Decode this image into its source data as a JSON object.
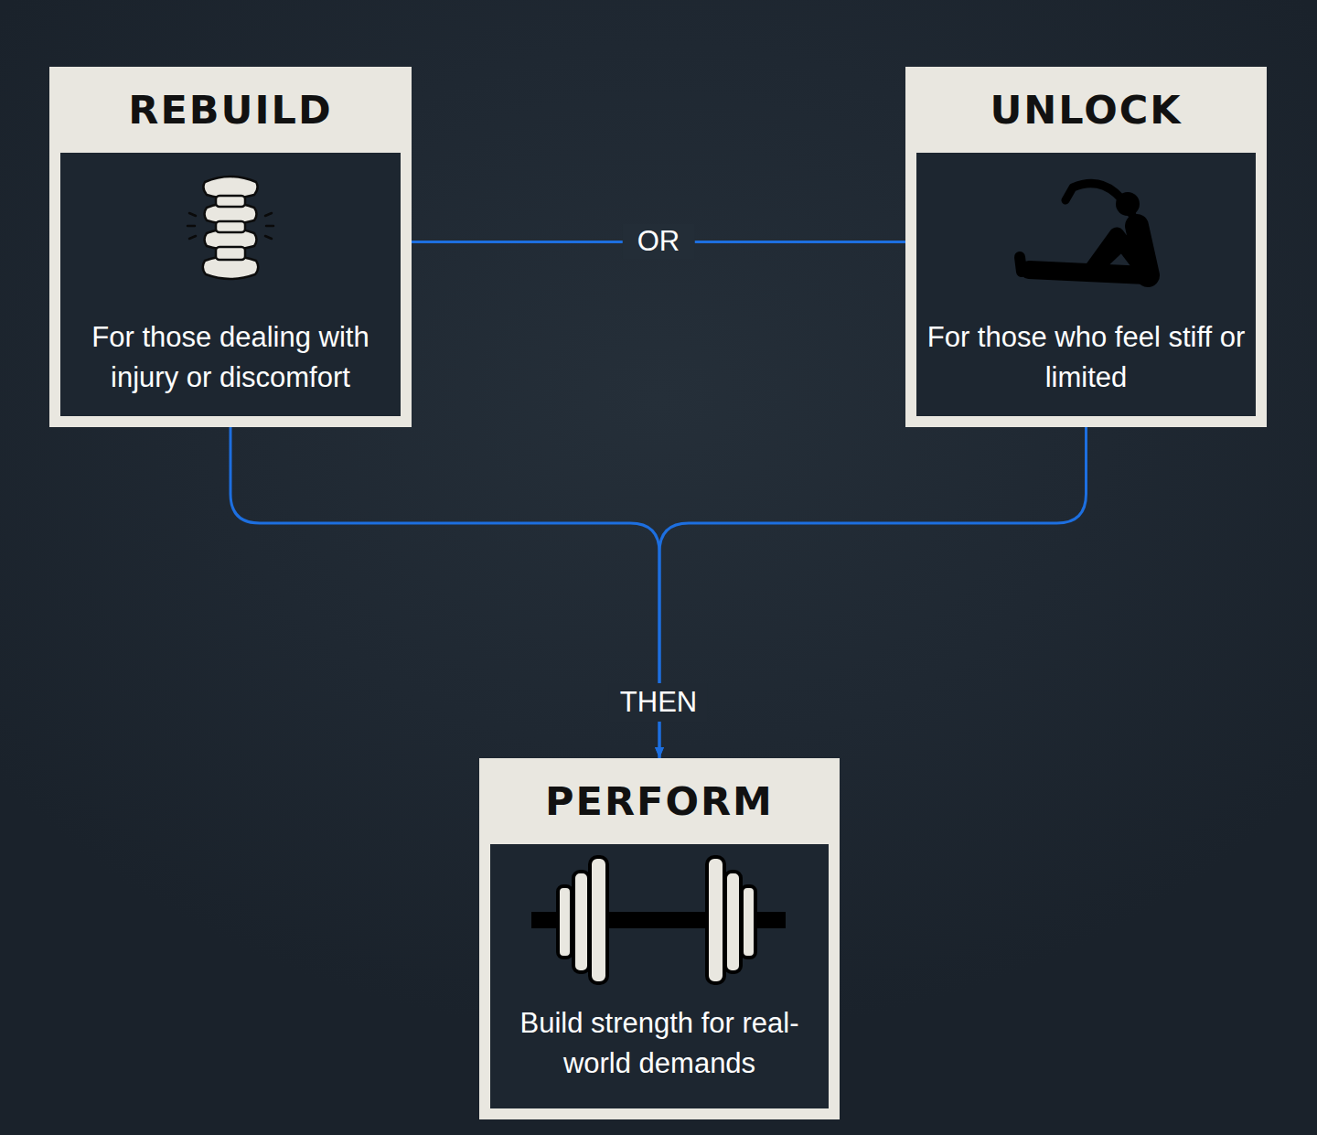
{
  "diagram": {
    "nodes": [
      {
        "text": [
          "REBUILD",
          "For those dealing with injury or discomfort"
        ]
      },
      {
        "text": [
          "UNLOCK",
          "For those who feel stiff or limited"
        ]
      },
      {
        "text": [
          "PERFORM",
          "Build strength for real-world demands"
        ]
      }
    ],
    "edges": [
      {
        "from": 0,
        "to": 1,
        "label": "OR",
        "arrow": "none"
      },
      {
        "from": 0,
        "to": 2,
        "arrow": "to"
      },
      {
        "from": 1,
        "to": 2,
        "arrow": "to"
      }
    ],
    "labels": [
      "THEN"
    ]
  }
}
